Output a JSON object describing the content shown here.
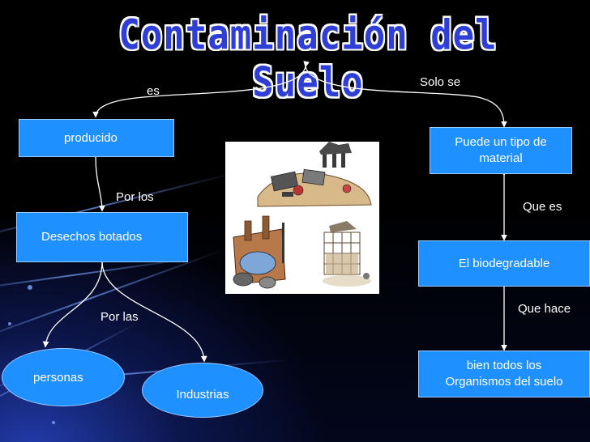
{
  "title": "Contaminación del Suelo",
  "nodes": {
    "producido": "producido",
    "desechos": "Desechos botados",
    "personas": "personas",
    "industrias": "Industrias",
    "puede_line1": "Puede un tipo de",
    "puede_line2": "material",
    "biodegradable": "El biodegradable",
    "bien_line1": "bien todos los",
    "bien_line2": "Organismos del suelo"
  },
  "link_labels": {
    "es": "es",
    "solo_se": "Solo se",
    "por_los": "Por los",
    "por_las": "Por las",
    "que_es": "Que es",
    "que_hace": "Que hace"
  },
  "colors": {
    "box_fill": "#1e90ff",
    "title": "#2f3fd6",
    "arrow": "#ffffff"
  },
  "icons": {
    "clipart": "pollution-clipart"
  }
}
